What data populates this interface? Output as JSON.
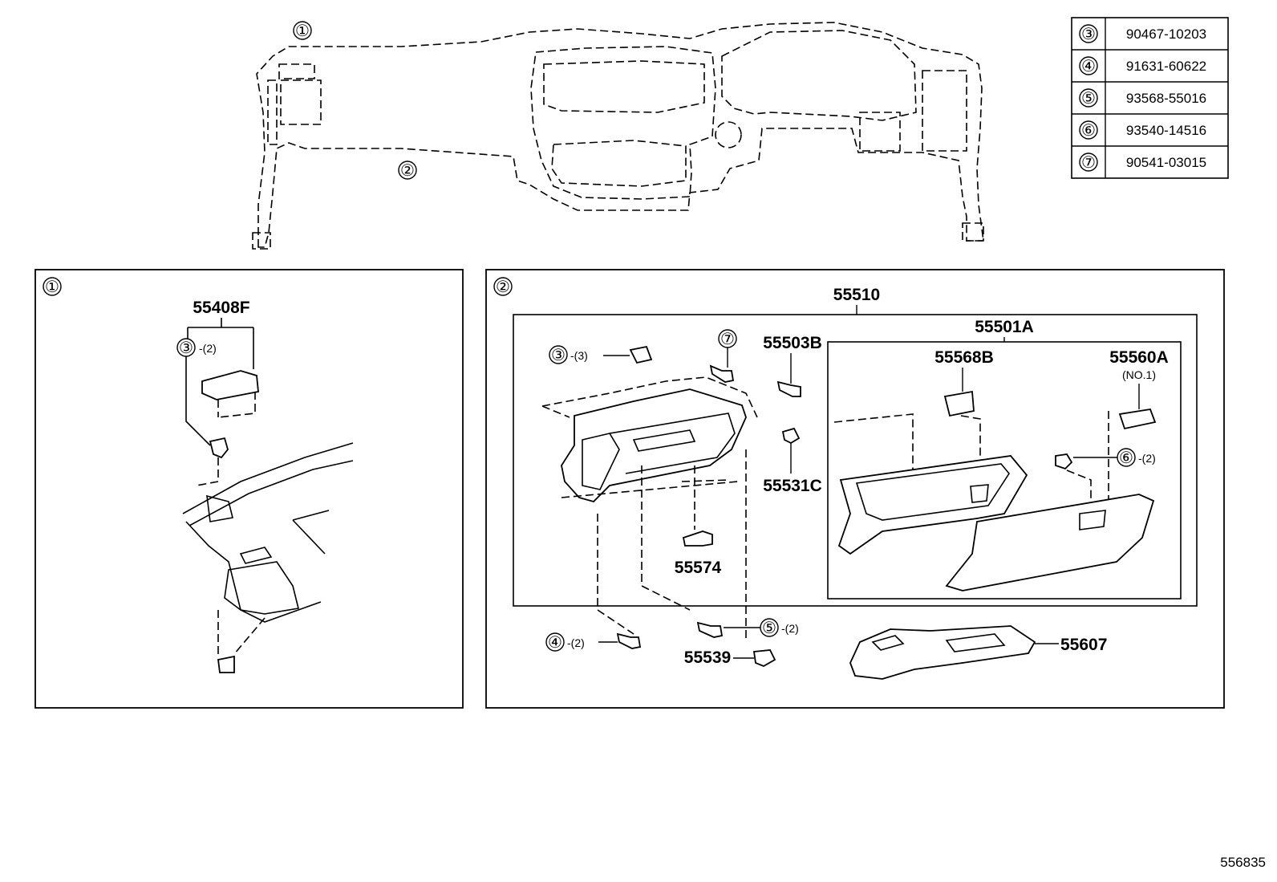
{
  "overview": {
    "callout_1": "①",
    "callout_2": "②"
  },
  "parts_table": [
    {
      "ref": "③",
      "part": "90467-10203"
    },
    {
      "ref": "④",
      "part": "91631-60622"
    },
    {
      "ref": "⑤",
      "part": "93568-55016"
    },
    {
      "ref": "⑥",
      "part": "93540-14516"
    },
    {
      "ref": "⑦",
      "part": "90541-03015"
    }
  ],
  "panel_1": {
    "tag": "①",
    "part": "55408F",
    "fastener_ref": "③",
    "fastener_qty": "-(2)"
  },
  "panel_2": {
    "tag": "②",
    "assembly": "55510",
    "sub_assembly": "55501A",
    "parts": {
      "p55503B": "55503B",
      "p55568B": "55568B",
      "p55560A": "55560A",
      "p55560A_note": "(NO.1)",
      "p55531C": "55531C",
      "p55574": "55574",
      "p55539": "55539",
      "p55607": "55607"
    },
    "refs": {
      "r3": "③",
      "r3_qty": "-(3)",
      "r7": "⑦",
      "r6": "⑥",
      "r6_qty": "-(2)",
      "r4": "④",
      "r4_qty": "-(2)",
      "r5": "⑤",
      "r5_qty": "-(2)"
    }
  },
  "diagram_id": "556835"
}
